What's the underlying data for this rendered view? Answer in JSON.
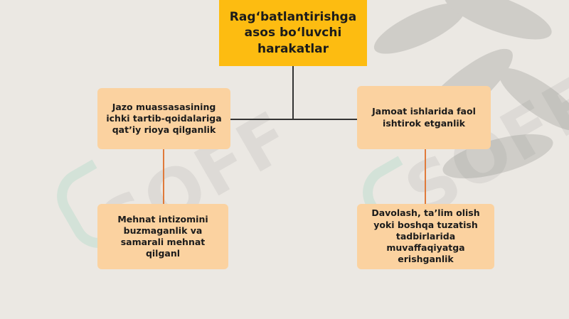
{
  "diagram": {
    "root": {
      "label": "Rag‘batlantirishga asos bo‘luvchi harakatlar"
    },
    "left_top": {
      "label": "Jazo muassasasining ichki tartib-qoidalariga qat’iy rioya qilganlik"
    },
    "right_top": {
      "label": "Jamoat ishlarida faol ishtirok etganlik"
    },
    "left_bottom": {
      "label": "Mehnat intizomini buzmaganlik va samarali mehnat qilganl"
    },
    "right_bottom": {
      "label": "Davolash, ta’lim olish yoki boshqa tuzatish tadbirlarida muvaffaqiyatga erishganlik"
    }
  },
  "colors": {
    "background": "#ebe8e3",
    "root_fill": "#fdbc11",
    "child_fill": "#fbd2a0",
    "connector_main": "#333333",
    "connector_child": "#e07a3a"
  },
  "watermark": {
    "text": "SOFF"
  }
}
